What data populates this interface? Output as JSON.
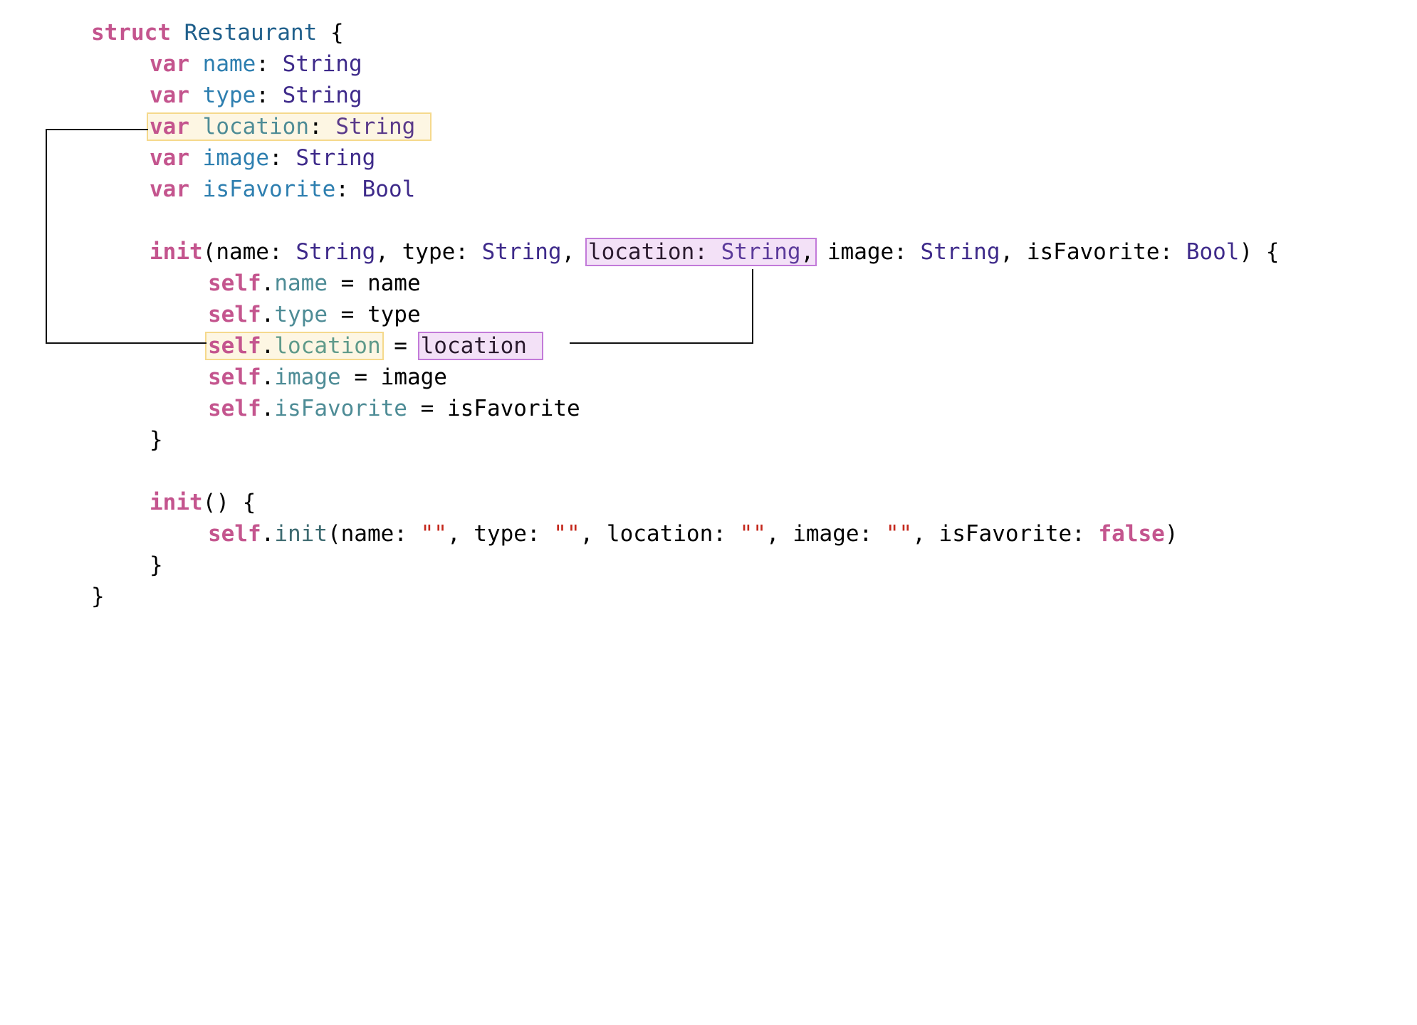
{
  "colors": {
    "keyword": "#c4558e",
    "type_name": "#1f5f8b",
    "property": "#2e7fb0",
    "type": "#3e2a8a",
    "member": "#4e8c96",
    "string": "#c4281c",
    "highlight_yellow_bg": "#fdf6e3",
    "highlight_yellow_border": "#f5d98c",
    "highlight_purple_bg": "#f3e1f7",
    "highlight_purple_border": "#c27ad9",
    "connector": "#111111"
  },
  "code": {
    "struct_kw": "struct",
    "struct_name": "Restaurant",
    "open_brace": " {",
    "close_brace": "}",
    "var_kw": "var",
    "colon_sep": ": ",
    "props": [
      {
        "name": "name",
        "type": "String"
      },
      {
        "name": "type",
        "type": "String"
      },
      {
        "name": "location",
        "type": "String"
      },
      {
        "name": "image",
        "type": "String"
      },
      {
        "name": "isFavorite",
        "type": "Bool"
      }
    ],
    "init_kw": "init",
    "init1": {
      "p1": "(name: ",
      "t1": "String",
      "p2": ", type: ",
      "t2": "String",
      "p3_sep": ", ",
      "p3_label": "location: ",
      "t3": "String",
      "p3_comma": ",",
      "p4": " image: ",
      "t4": "String",
      "p5": ", isFavorite: ",
      "t5": "Bool",
      "end": ") {"
    },
    "self_kw": "self",
    "dot": ".",
    "assign": " = ",
    "assignments": [
      {
        "member": "name",
        "value": "name"
      },
      {
        "member": "type",
        "value": "type"
      },
      {
        "member": "location",
        "value": "location"
      },
      {
        "member": "image",
        "value": "image"
      },
      {
        "member": "isFavorite",
        "value": "isFavorite"
      }
    ],
    "indent_close": "}",
    "init2": {
      "sig": "() {",
      "call_method": "init",
      "a1": "(name: ",
      "s": "\"\"",
      "a2": ", type: ",
      "a3": ", location: ",
      "a4": ", image: ",
      "a5": ", isFavorite: ",
      "false_kw": "false",
      "end": ")"
    }
  }
}
